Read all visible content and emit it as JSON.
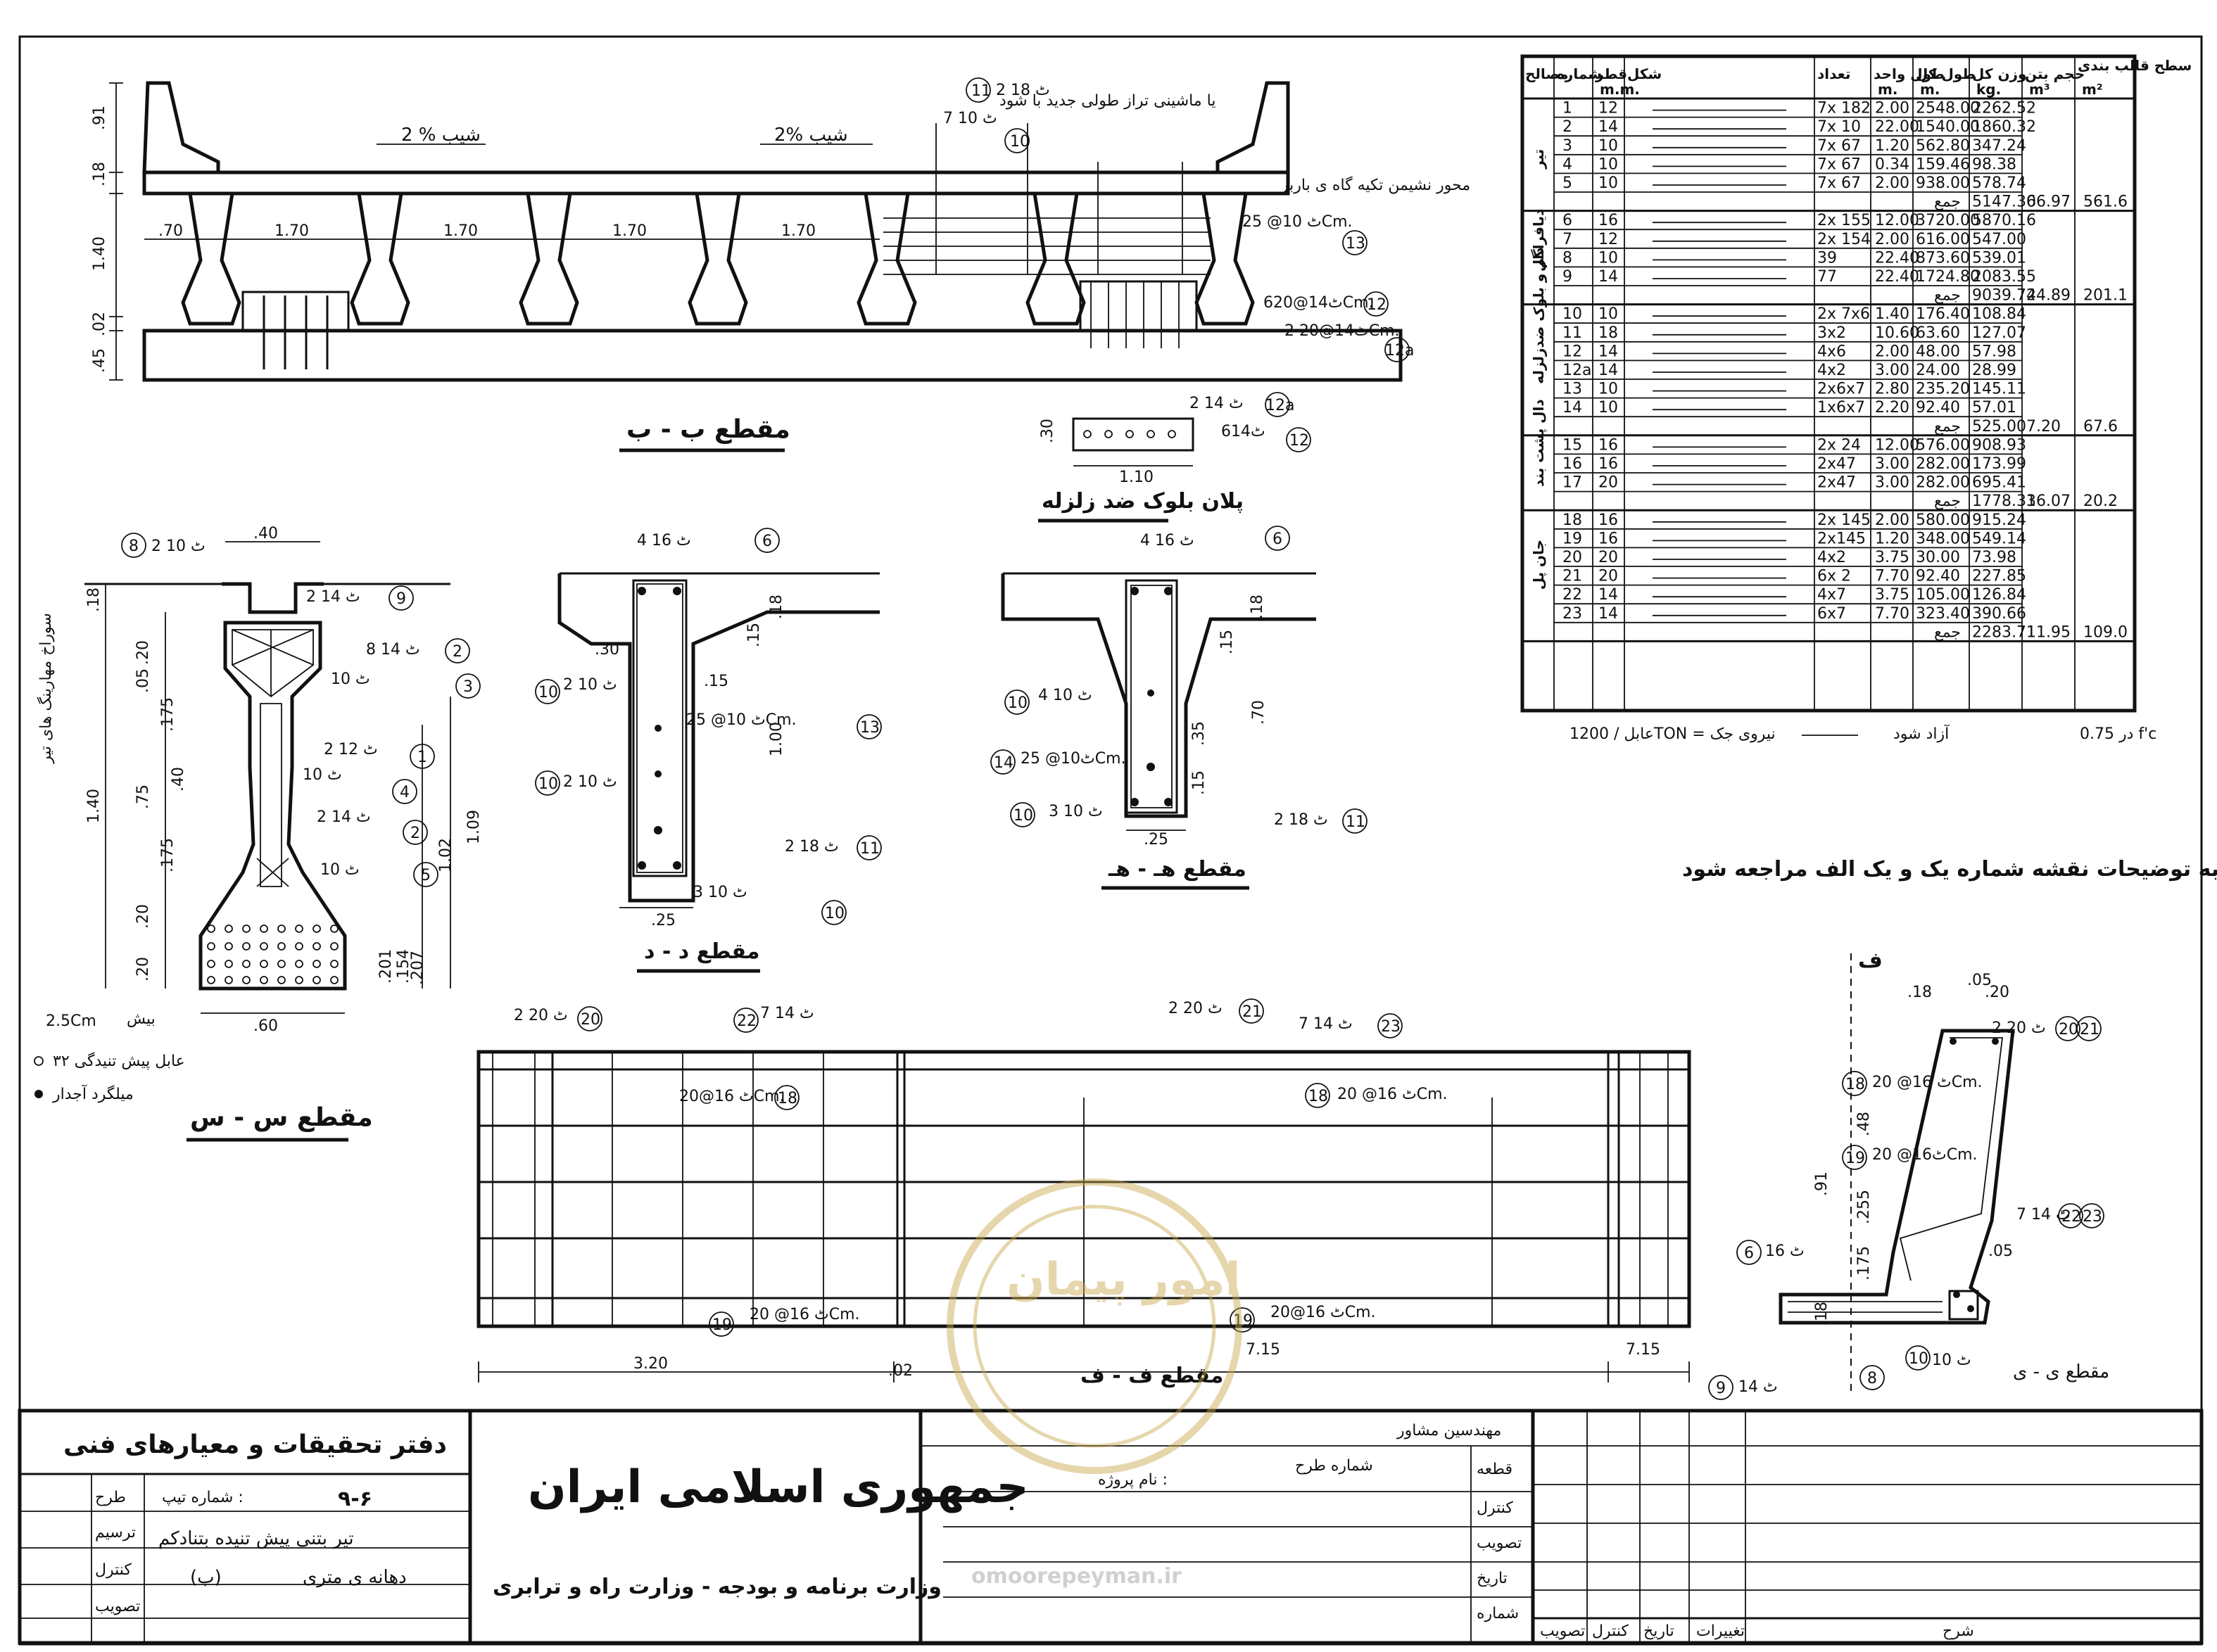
{
  "sheet": {
    "note_right": "قبل از اجرا به توضیحات نقشه شماره یک و یک الف مراجعه شود",
    "cable_note_left": "در 0.75 f'c",
    "cable_note_mid": "آزاد شود",
    "cable_note_right": "عابل / 1200TON = نیروی جک",
    "watermark": "omoorepeyman.ir",
    "stamp_text": "امور پیمان"
  },
  "section_bb": {
    "title": "مقطع ب - ب",
    "slope_left": "2 % شیب",
    "slope_right": "2% شیب",
    "spacings": [
      ".70",
      "1.70",
      "1.70",
      "1.70",
      "1.70"
    ],
    "dims_left": [
      ".91",
      ".18",
      "1.40",
      ".02",
      ".45"
    ],
    "note_top": "2 ٹ 18",
    "note_top2": "7 ٹ 10",
    "note_asphalt": "یا ماشینی تراز طولی جدید با شود",
    "note_axis": "محور نشیمن تکیه گاه ی باربر",
    "callouts": [
      {
        "num": "11",
        "text": "2 ٹ 18"
      },
      {
        "num": "10",
        "text": "7 ٹ 10"
      },
      {
        "num": "13",
        "text": "ٹ 10@ 25Cm."
      },
      {
        "num": "12",
        "text": "6ٹ14@20Cm."
      },
      {
        "num": "12a",
        "text": "2 ٹ14@20Cm."
      }
    ]
  },
  "anti_quake": {
    "title": "پلان بلوک ضد زلزله",
    "dims": [
      ".30",
      "1.10"
    ],
    "callouts": [
      {
        "num": "12a",
        "text": "2 ٹ 14"
      },
      {
        "num": "12",
        "text": "6ٹ14"
      }
    ]
  },
  "section_ss": {
    "title": "مقطع س - س",
    "top_dim": ".40",
    "bottom_dim": ".60",
    "cover": "2.5Cm",
    "side_label": "بیش",
    "mid_label": "سوراخ مهارینگ های تیر",
    "dims_v": [
      ".18",
      ".20",
      ".05",
      ".175",
      ".40",
      "1.40",
      ".75",
      ".175",
      ".20",
      ".20",
      "1.09",
      "1.02"
    ],
    "dims_bot": [
      ".201",
      ".207",
      ".154"
    ],
    "legend_cable": "۳۲ عابل پیش تنیدگی",
    "legend_bar": "میلگرد آجدار",
    "callouts": [
      {
        "num": "8",
        "text": "2 ٹ 10"
      },
      {
        "num": "9",
        "text": "2 ٹ 14"
      },
      {
        "num": "2",
        "text": "8 ٹ 14"
      },
      {
        "num": "3",
        "text": "ٹ 10"
      },
      {
        "num": "1",
        "text": "2 ٹ 12"
      },
      {
        "num": "4",
        "text": "ٹ 10"
      },
      {
        "num": "2",
        "text": "2 ٹ 14"
      },
      {
        "num": "5",
        "text": "ٹ 10"
      }
    ]
  },
  "section_dd": {
    "title": "مقطع د - د",
    "dims": [
      ".30",
      ".15",
      ".15",
      ".18",
      "1.00",
      ".25"
    ],
    "callouts": [
      {
        "num": "6",
        "text": "4 ٹ 16"
      },
      {
        "num": "10",
        "text": "2 ٹ 10"
      },
      {
        "num": "13",
        "text": "ٹ 10@ 25Cm."
      },
      {
        "num": "10",
        "text": "2 ٹ 10"
      },
      {
        "num": "11",
        "text": "2 ٹ 18"
      },
      {
        "num": "10",
        "text": "3 ٹ 10"
      }
    ]
  },
  "section_hh": {
    "title": "مقطع هـ - هـ",
    "dims": [
      ".18",
      ".15",
      ".70",
      ".35",
      ".15",
      ".25"
    ],
    "callouts": [
      {
        "num": "6",
        "text": "4 ٹ 16"
      },
      {
        "num": "10",
        "text": "4 ٹ 10"
      },
      {
        "num": "14",
        "text": "ٹ10@ 25Cm."
      },
      {
        "num": "10",
        "text": "3 ٹ 10"
      },
      {
        "num": "11",
        "text": "2 ٹ 18"
      }
    ]
  },
  "section_ff": {
    "title": "مقطع ف - ف",
    "dims": [
      "3.20",
      ".02",
      "7.15",
      "7.15"
    ],
    "callouts": [
      {
        "num": "20",
        "text": "2 ٹ 20"
      },
      {
        "num": "22",
        "text": "7 ٹ 14"
      },
      {
        "num": "21",
        "text": "2 ٹ 20"
      },
      {
        "num": "23",
        "text": "7 ٹ 14"
      },
      {
        "num": "18",
        "text": "ٹ 16@20Cm."
      },
      {
        "num": "18",
        "text": "ٹ 16@ 20Cm."
      },
      {
        "num": "19",
        "text": "ٹ 16@ 20Cm."
      },
      {
        "num": "19",
        "text": "ٹ 16@20Cm."
      }
    ]
  },
  "section_yy": {
    "title": "مقطع ی - ی",
    "cut_mark": "ف",
    "dims": [
      ".18",
      ".05",
      ".20",
      ".48",
      ".91",
      ".255",
      ".175",
      ".18",
      ".05"
    ],
    "callouts": [
      {
        "num": "20",
        "text": "2 ٹ 20"
      },
      {
        "num": "21",
        "text": ""
      },
      {
        "num": "18",
        "text": "ٹ 16@ 20Cm."
      },
      {
        "num": "19",
        "text": "ٹ16@ 20Cm."
      },
      {
        "num": "22",
        "text": "7 ٹ 14"
      },
      {
        "num": "23",
        "text": ""
      },
      {
        "num": "6",
        "text": "ٹ 16"
      },
      {
        "num": "10",
        "text": "ٹ 10"
      },
      {
        "num": "9",
        "text": "ٹ 14"
      },
      {
        "num": "8",
        "text": ""
      }
    ]
  },
  "rebar_table": {
    "headers": [
      "حجم بتن",
      "وزن کل",
      "طول کل",
      "طول واحد",
      "تعداد",
      "شکل",
      "قطر",
      "شماره",
      "مصالح"
    ],
    "header_area": "سطح قالب بندی",
    "header_units": [
      "m³",
      "kg.",
      "m.",
      "m.",
      "",
      "",
      "m.m.",
      "",
      "m²"
    ],
    "groups": [
      {
        "name": "تیر",
        "volume": "66.97",
        "area": "561.6",
        "total": "5147.30",
        "rows": [
          [
            "1",
            "12",
            "7x 182",
            "2.00",
            "2548.00",
            "2262.52"
          ],
          [
            "2",
            "14",
            "7x 10",
            "22.00",
            "1540.00",
            "1860.32"
          ],
          [
            "3",
            "10",
            "7x 67",
            "1.20",
            "562.80",
            "347.24"
          ],
          [
            "4",
            "10",
            "7x 67",
            "0.34",
            "159.46",
            "98.38"
          ],
          [
            "5",
            "10",
            "7x 67",
            "2.00",
            "938.00",
            "578.74"
          ]
        ]
      },
      {
        "name": "دال",
        "volume": "44.89",
        "area": "201.1",
        "total": "9039.72",
        "rows": [
          [
            "6",
            "16",
            "2x 155",
            "12.00",
            "3720.00",
            "5870.16"
          ],
          [
            "7",
            "12",
            "2x 154",
            "2.00",
            "616.00",
            "547.00"
          ],
          [
            "8",
            "10",
            "39",
            "22.40",
            "873.60",
            "539.01"
          ],
          [
            "9",
            "14",
            "77",
            "22.40",
            "1724.80",
            "2083.55"
          ]
        ]
      },
      {
        "name": "دیافراگم و بلوک ضدزلزله",
        "volume": "7.20",
        "area": "67.6",
        "total": "525.00",
        "rows": [
          [
            "10",
            "10",
            "2x 7x6",
            "1.40",
            "176.40",
            "108.84"
          ],
          [
            "11",
            "18",
            "3x2",
            "10.60",
            "63.60",
            "127.07"
          ],
          [
            "12",
            "14",
            "4x6",
            "2.00",
            "48.00",
            "57.98"
          ],
          [
            "12a",
            "14",
            "4x2",
            "3.00",
            "24.00",
            "28.99"
          ],
          [
            "13",
            "10",
            "2x6x7",
            "2.80",
            "235.20",
            "145.11"
          ],
          [
            "14",
            "10",
            "1x6x7",
            "2.20",
            "92.40",
            "57.01"
          ]
        ]
      },
      {
        "name": "دال پشت بند",
        "volume": "16.07",
        "area": "20.2",
        "total": "1778.33",
        "rows": [
          [
            "15",
            "16",
            "2x 24",
            "12.00",
            "576.00",
            "908.93"
          ],
          [
            "16",
            "16",
            "2x47",
            "3.00",
            "282.00",
            "173.99"
          ],
          [
            "17",
            "20",
            "2x47",
            "3.00",
            "282.00",
            "695.41"
          ]
        ]
      },
      {
        "name": "جان پل",
        "volume": "11.95",
        "area": "109.0",
        "total": "2283.71",
        "rows": [
          [
            "18",
            "16",
            "2x 145",
            "2.00",
            "580.00",
            "915.24"
          ],
          [
            "19",
            "16",
            "2x145",
            "1.20",
            "348.00",
            "549.14"
          ],
          [
            "20",
            "20",
            "4x2",
            "3.75",
            "30.00",
            "73.98"
          ],
          [
            "21",
            "20",
            "6x 2",
            "7.70",
            "92.40",
            "227.85"
          ],
          [
            "22",
            "14",
            "4x7",
            "3.75",
            "105.00",
            "126.84"
          ],
          [
            "23",
            "14",
            "6x7",
            "7.70",
            "323.40",
            "390.66"
          ]
        ]
      }
    ],
    "sum_label": "جمع"
  },
  "title_block": {
    "office": "دفتر تحقیقات و معیارهای فنی",
    "roles": [
      "طرح",
      "ترسیم",
      "کنترل",
      "تصویب"
    ],
    "type_no_label": "شماره تیپ :",
    "type_no": "۹-۶",
    "desc_line1": "تیر بتنی پیش تنیده بتنادکم",
    "desc_line2": "دهانه ی متری",
    "desc_b": "(ب)",
    "republic": "جمهوری اسلامی ایران",
    "ministry": "وزارت برنامه و بودجه - وزارت راه و ترابری",
    "consultant": "مهندسین مشاور",
    "project_name": "نام پروژه :",
    "project_no": "شماره طرح",
    "rows_mid": [
      "قطعه",
      "کنترل",
      "تصویب",
      "تاریخ",
      "شماره"
    ],
    "rev_cols": [
      "شرح",
      "تغییرات",
      "تاریخ",
      "کنترل",
      "تصویب"
    ]
  }
}
